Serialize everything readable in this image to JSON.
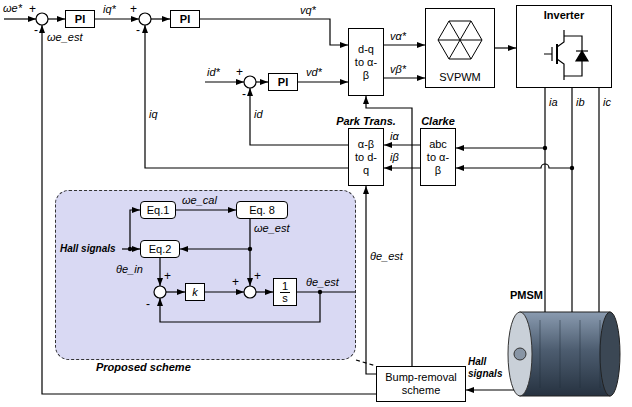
{
  "diagram": {
    "nodes": [
      {
        "text": [
          "PI"
        ]
      },
      {
        "text": [
          "PI"
        ]
      },
      {
        "text": [
          "PI"
        ]
      },
      {
        "text": [
          "d-q to α-β"
        ]
      },
      {
        "text": [
          "SVPWM"
        ]
      },
      {
        "text": [
          "Inverter"
        ]
      },
      {
        "text": [
          "Park Trans.",
          "α-β to d-q"
        ]
      },
      {
        "text": [
          "Clarke",
          "abc to α-β"
        ]
      },
      {
        "text": [
          "Proposed scheme"
        ]
      },
      {
        "text": [
          "Eq.1"
        ],
        "in": 8
      },
      {
        "text": [
          "Eq. 8"
        ],
        "in": 8
      },
      {
        "text": [
          "Eq.2"
        ],
        "in": 8
      },
      {
        "text": [
          "k"
        ],
        "in": 8
      },
      {
        "text": [
          "1 s"
        ],
        "in": 8
      },
      {
        "text": [
          "Bump-removal scheme"
        ]
      },
      {
        "text": [
          "PMSM"
        ]
      }
    ],
    "edges": [
      {
        "from": 1,
        "to": 3,
        "arrow": "to",
        "label": "vq*"
      },
      {
        "from": 2,
        "to": 3,
        "arrow": "to",
        "label": "vd*"
      },
      {
        "from": 3,
        "to": 4,
        "arrow": "to",
        "label": "vα*"
      },
      {
        "from": 3,
        "to": 4,
        "arrow": "to",
        "label": "vβ*"
      },
      {
        "from": 4,
        "to": 5,
        "arrow": "to"
      },
      {
        "from": 5,
        "to": 15,
        "arrow": "none",
        "label": "ia"
      },
      {
        "from": 5,
        "to": 15,
        "arrow": "none",
        "label": "ib"
      },
      {
        "from": 5,
        "to": 15,
        "arrow": "none",
        "label": "ic"
      },
      {
        "from": 7,
        "to": 6,
        "arrow": "to",
        "label": "iα"
      },
      {
        "from": 7,
        "to": 6,
        "arrow": "to",
        "label": "iβ"
      },
      {
        "from": 14,
        "to": 6,
        "arrow": "to",
        "label": "θe_est"
      },
      {
        "from": 14,
        "to": 3,
        "arrow": "to"
      },
      {
        "from": 15,
        "to": 14,
        "arrow": "to",
        "label": "Hall signals"
      },
      {
        "from": 9,
        "to": 10,
        "arrow": "to",
        "label": "ωe_cal"
      },
      {
        "from": 10,
        "to": 11,
        "arrow": "to",
        "label": "ωe_est"
      },
      {
        "from": 8,
        "to": 14,
        "arrow": "none"
      }
    ],
    "labels": [
      "ωe*",
      "+",
      "-",
      "ωe_est",
      "iq*",
      "+",
      "-",
      "iq",
      "id*",
      "+",
      "-",
      "id",
      "Hall signals",
      "θe_in",
      "+",
      "-",
      "+",
      "+",
      "θe_est"
    ]
  }
}
